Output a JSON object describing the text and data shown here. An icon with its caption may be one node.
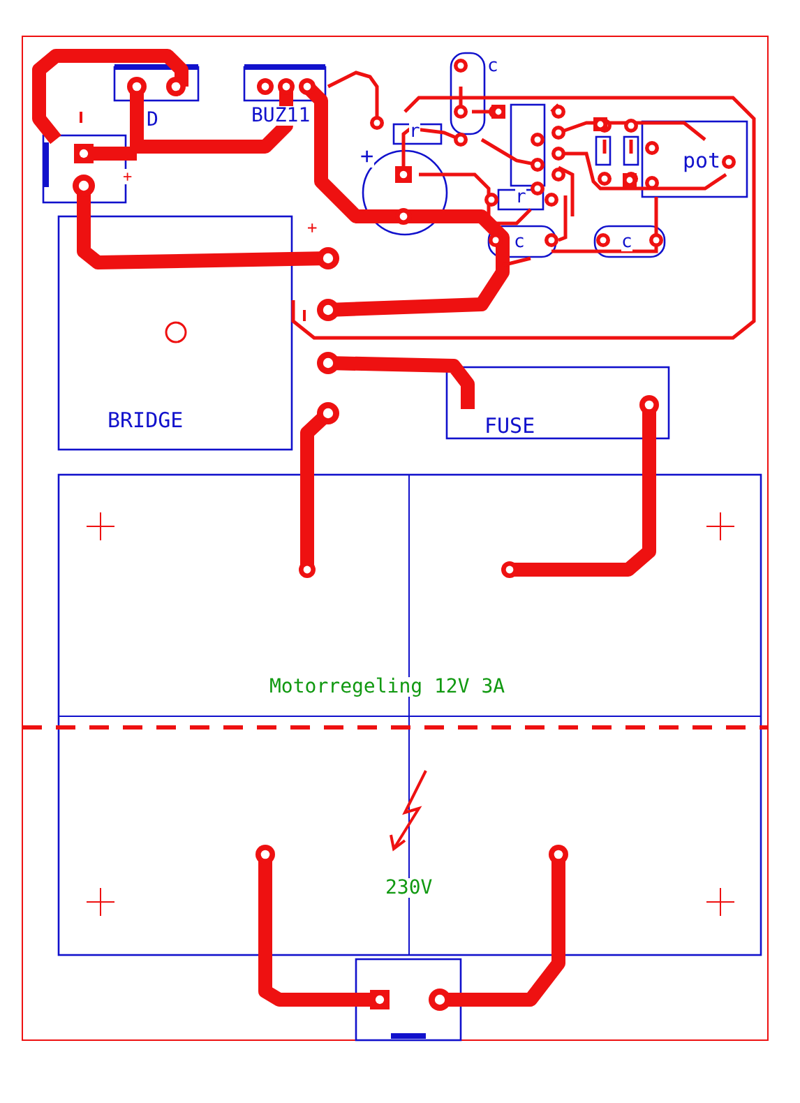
{
  "diagram": {
    "labels": [
      "c",
      "D",
      "BUZ11",
      "r",
      "+",
      "pot",
      "+",
      "r",
      "+",
      "c",
      "c",
      "BRIDGE",
      "FUSE",
      "Motorregeling 12V 3A",
      "230V"
    ]
  }
}
